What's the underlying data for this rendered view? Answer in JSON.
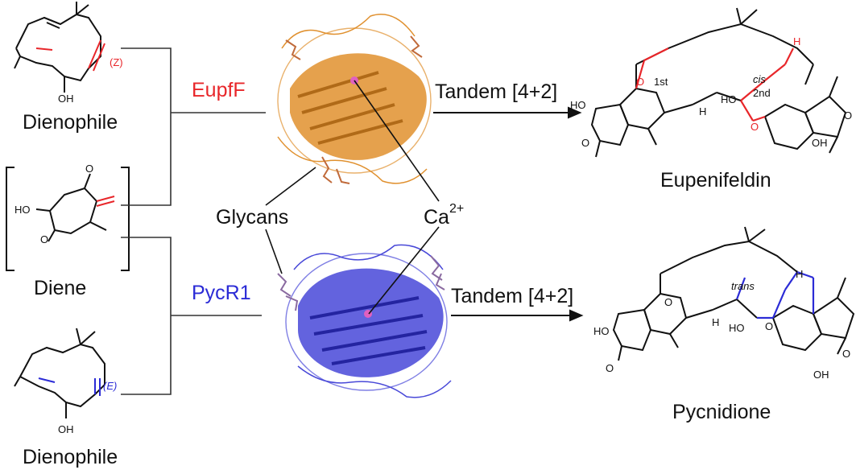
{
  "labels": {
    "dienophile_top": "Dienophile",
    "diene": "Diene",
    "dienophile_bottom": "Dienophile",
    "enzyme_top": "EupfF",
    "enzyme_bottom": "PycR1",
    "glycans": "Glycans",
    "calcium": "Ca",
    "calcium_charge": "2+",
    "reaction_top": "Tandem [4+2]",
    "reaction_bottom": "Tandem [4+2]",
    "product_top": "Eupenifeldin",
    "product_bottom": "Pycnidione"
  },
  "annotations": {
    "z_marker": "(Z)",
    "e_marker": "(E)",
    "cis": "cis",
    "trans": "trans",
    "first": "1st",
    "second": "2nd"
  },
  "atoms": {
    "oh": "OH",
    "ho": "HO",
    "o": "O",
    "h": "H"
  },
  "colors": {
    "eupff": "#e8262a",
    "pycr1": "#2b2bd6",
    "protein_orange": "#e0902e",
    "protein_blue": "#4848d8",
    "ink": "#111111"
  }
}
